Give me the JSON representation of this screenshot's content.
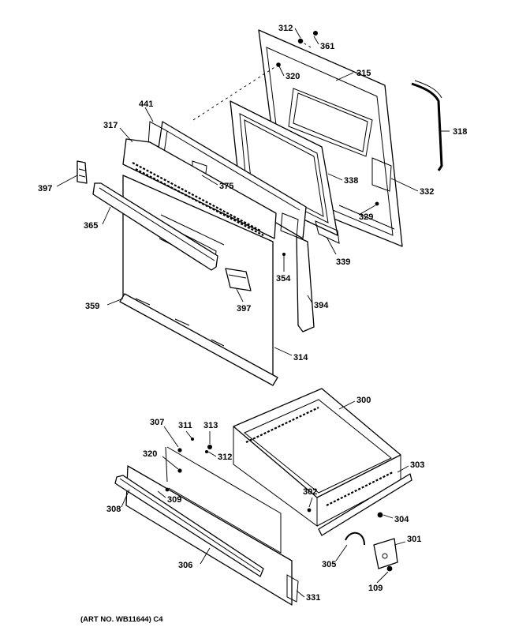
{
  "colors": {
    "line": "#000000",
    "background": "#ffffff"
  },
  "callouts": {
    "p312_top": "312",
    "p361": "361",
    "p320_top": "320",
    "p315": "315",
    "p318": "318",
    "p441": "441",
    "p317": "317",
    "p375": "375",
    "p338": "338",
    "p332": "332",
    "p329": "329",
    "p397_left": "397",
    "p365": "365",
    "p339": "339",
    "p354": "354",
    "p397_door": "397",
    "p394": "394",
    "p359": "359",
    "p314": "314",
    "p300": "300",
    "p307": "307",
    "p311": "311",
    "p313": "313",
    "p320_bottom": "320",
    "p312_bottom": "312",
    "p303": "303",
    "p308": "308",
    "p309": "309",
    "p302": "302",
    "p304": "304",
    "p301": "301",
    "p306": "306",
    "p305": "305",
    "p109": "109",
    "p331": "331"
  },
  "caption": "(ART NO. WB11644) C4"
}
